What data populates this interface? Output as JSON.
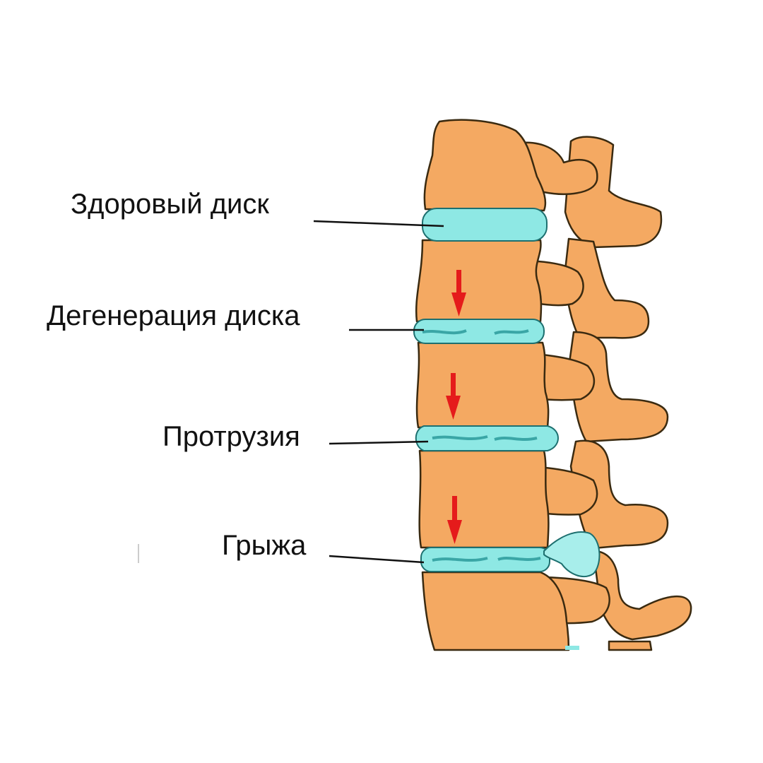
{
  "labels": {
    "healthy": "Здоровый диск",
    "degeneration": "Дегенерация диска",
    "protrusion": "Протрузия",
    "hernia": "Грыжа"
  },
  "colors": {
    "bone": "#f4a962",
    "disc": "#8ee8e4",
    "disc_crack": "#3aa6a6",
    "arrow": "#e51b1b",
    "outline": "#3a2a10"
  },
  "icons": [
    "down-arrow-icon",
    "down-arrow-icon",
    "down-arrow-icon"
  ]
}
